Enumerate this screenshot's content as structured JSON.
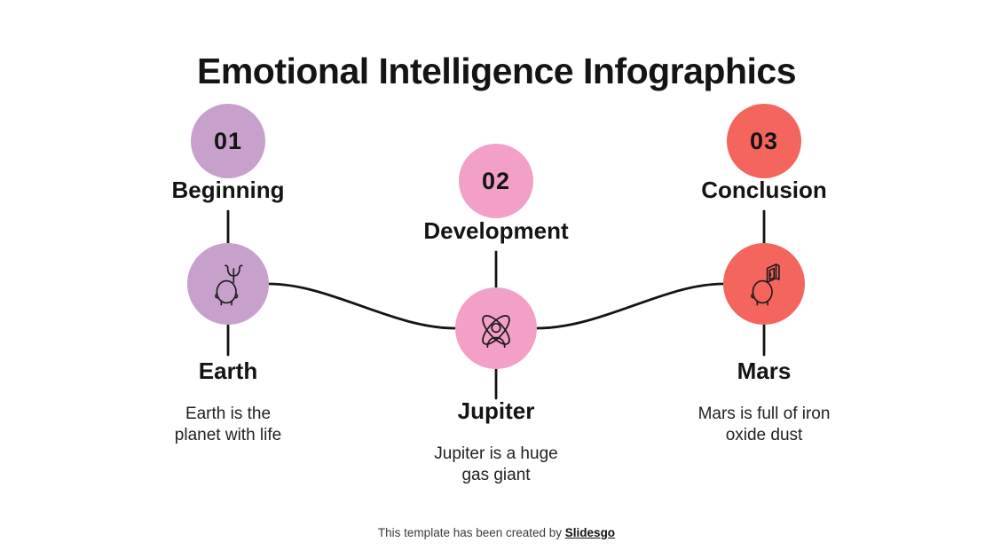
{
  "slide": {
    "title": "Emotional Intelligence Infographics",
    "footer": {
      "text": "This template has been created by ",
      "brand": "Slidesgo"
    }
  },
  "colors": {
    "purple": "#c7a1cc",
    "pink": "#f2a0c7",
    "coral": "#f4655d",
    "ink": "#141414",
    "background": "#ffffff"
  },
  "steps": [
    {
      "number": "01",
      "label": "Beginning",
      "planet": "Earth",
      "description": "Earth is the\nplanet with life",
      "icon": "psychology-head-icon",
      "color": "#c7a1cc"
    },
    {
      "number": "02",
      "label": "Development",
      "planet": "Jupiter",
      "description": "Jupiter is a huge\ngas giant",
      "icon": "atom-person-icon",
      "color": "#f2a0c7"
    },
    {
      "number": "03",
      "label": "Conclusion",
      "planet": "Mars",
      "description": "Mars is full of iron\noxide dust",
      "icon": "open-mind-door-icon",
      "color": "#f4655d"
    }
  ]
}
